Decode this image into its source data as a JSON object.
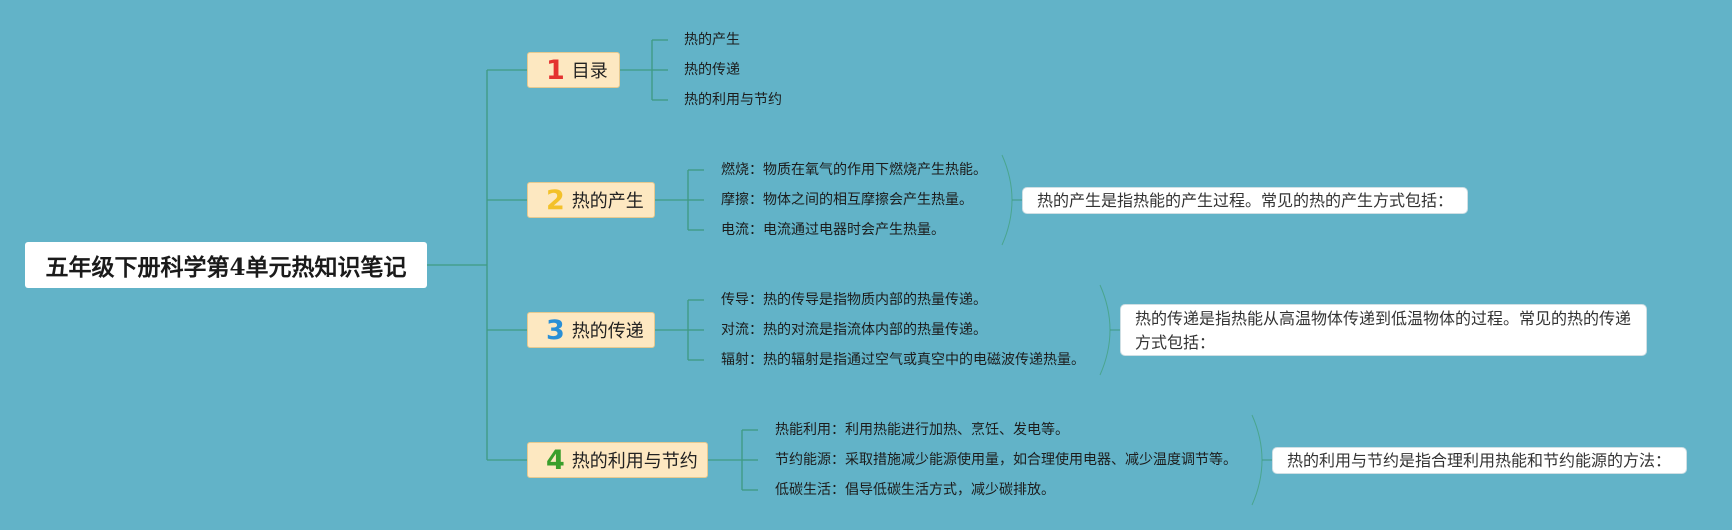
{
  "root": {
    "title": "五年级下册科学第4单元热知识笔记"
  },
  "colors": {
    "background": "#62b3c8",
    "connector": "#3f9a82",
    "num1": "#e4322f",
    "num2": "#f3c12a",
    "num3": "#2a8fd6",
    "num4": "#3a9e2c"
  },
  "branches": [
    {
      "num": "1",
      "title": "目录",
      "children": [
        "热的产生",
        "热的传递",
        "热的利用与节约"
      ]
    },
    {
      "num": "2",
      "title": "热的产生",
      "children": [
        "燃烧：物质在氧气的作用下燃烧产生热能。",
        "摩擦：物体之间的相互摩擦会产生热量。",
        "电流：电流通过电器时会产生热量。"
      ],
      "summary": "热的产生是指热能的产生过程。常见的热的产生方式包括："
    },
    {
      "num": "3",
      "title": "热的传递",
      "children": [
        "传导：热的传导是指物质内部的热量传递。",
        "对流：热的对流是指流体内部的热量传递。",
        "辐射：热的辐射是指通过空气或真空中的电磁波传递热量。"
      ],
      "summary": "热的传递是指热能从高温物体传递到低温物体的过程。常见的热的传递方式包括："
    },
    {
      "num": "4",
      "title": "热的利用与节约",
      "children": [
        "热能利用：利用热能进行加热、烹饪、发电等。",
        "节约能源：采取措施减少能源使用量，如合理使用电器、减少温度调节等。",
        "低碳生活：倡导低碳生活方式，减少碳排放。"
      ],
      "summary": "热的利用与节约是指合理利用热能和节约能源的方法："
    }
  ]
}
